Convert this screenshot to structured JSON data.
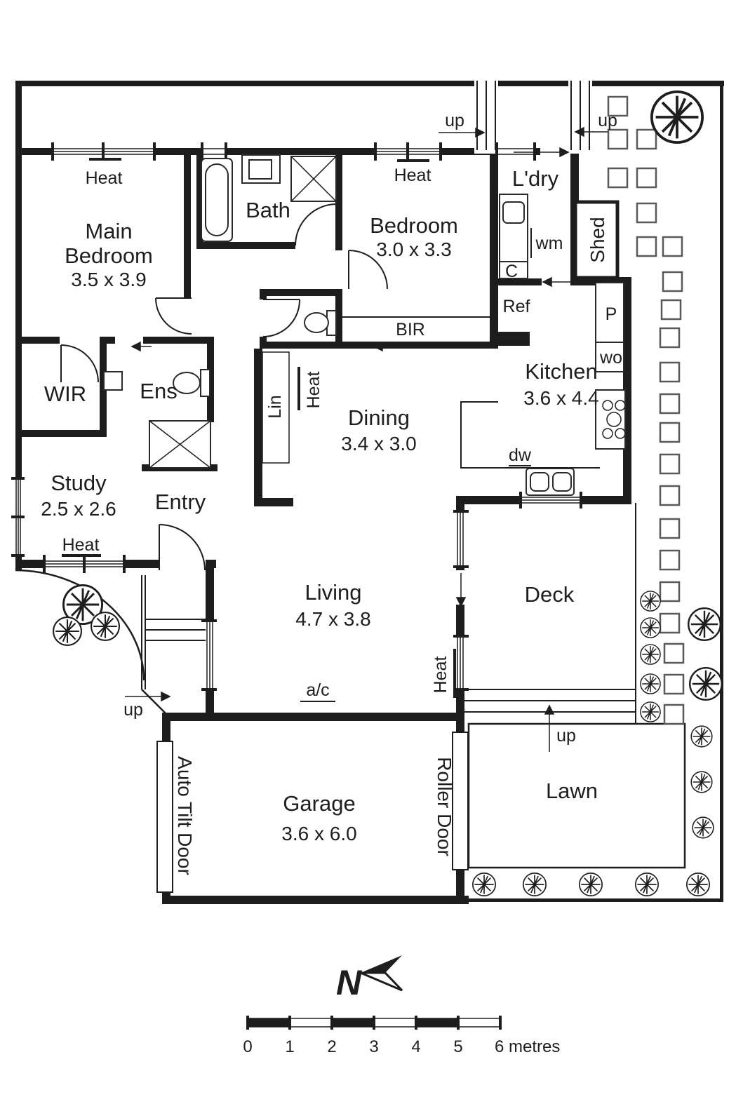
{
  "plan": {
    "rooms": {
      "main_bedroom": {
        "line1": "Main",
        "line2": "Bedroom",
        "dims": "3.5 x 3.9"
      },
      "bath": {
        "label": "Bath"
      },
      "bedroom2": {
        "label": "Bedroom",
        "dims": "3.0 x 3.3"
      },
      "laundry": {
        "label": "L'dry"
      },
      "shed": {
        "label": "Shed"
      },
      "kitchen": {
        "label": "Kitchen",
        "dims": "3.6 x 4.4"
      },
      "wir": {
        "label": "WIR"
      },
      "ensuite": {
        "label": "Ens"
      },
      "study": {
        "label": "Study",
        "dims": "2.5 x 2.6"
      },
      "entry": {
        "label": "Entry"
      },
      "dining": {
        "label": "Dining",
        "dims": "3.4 x 3.0"
      },
      "living": {
        "label": "Living",
        "dims": "4.7 x 3.8"
      },
      "deck": {
        "label": "Deck"
      },
      "garage": {
        "label": "Garage",
        "dims": "3.6 x 6.0"
      },
      "lawn": {
        "label": "Lawn"
      }
    },
    "fixtures": {
      "washing_machine": "wm",
      "cupboard": "C",
      "fridge": "Ref",
      "built_in_robe": "BIR",
      "linen": "Lin",
      "pantry": "P",
      "wall_oven": "wo",
      "dishwasher": "dw",
      "air_conditioner": "a/c"
    },
    "heaters": {
      "main_bedroom": "Heat",
      "bedroom2": "Heat",
      "study": "Heat",
      "dining": "Heat",
      "deck": "Heat"
    },
    "stairs": {
      "rear_left": "up",
      "rear_right": "up",
      "entry": "up",
      "lawn": "up"
    },
    "doors": {
      "garage_front": "Auto Tilt Door",
      "garage_rear": "Roller Door"
    }
  },
  "compass": {
    "north": "N"
  },
  "scale_bar": {
    "ticks": [
      "0",
      "1",
      "2",
      "3",
      "4",
      "5"
    ],
    "end": "6 metres"
  },
  "colors": {
    "wall": "#1d1d1d",
    "text": "#1e1e1e",
    "paver_border": "#5a5a5a",
    "background": "#ffffff"
  }
}
